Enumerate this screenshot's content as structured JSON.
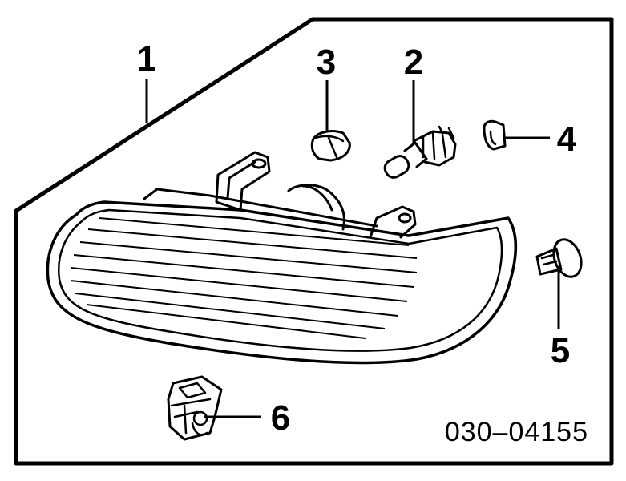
{
  "diagram": {
    "callouts": [
      {
        "id": "1",
        "label": "1"
      },
      {
        "id": "2",
        "label": "2"
      },
      {
        "id": "3",
        "label": "3"
      },
      {
        "id": "4",
        "label": "4"
      },
      {
        "id": "5",
        "label": "5"
      },
      {
        "id": "6",
        "label": "6"
      }
    ],
    "part_number": "030–04155"
  },
  "colors": {
    "line": "#000000",
    "background": "#ffffff"
  },
  "icons": [
    "headlamp-assembly-icon",
    "halogen-bulb-icon",
    "bulb-socket-cap-icon",
    "wedge-bulb-icon",
    "push-clip-icon",
    "bracket-clip-icon"
  ]
}
